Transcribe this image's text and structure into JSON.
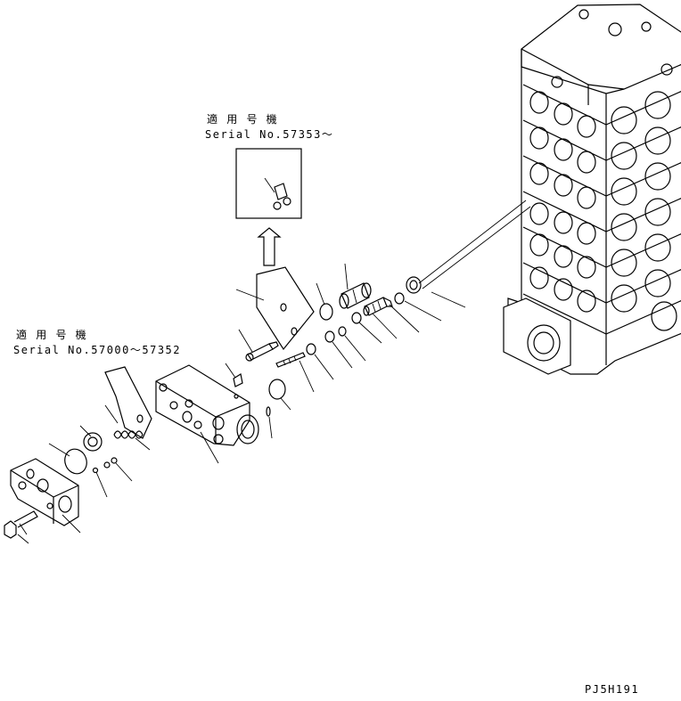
{
  "annotations": {
    "upper_applicable": "適 用 号 機",
    "upper_serial": "Serial No.57353～",
    "lower_applicable": "適 用 号 機",
    "lower_serial": "Serial No.57000～57352"
  },
  "figure_code": "PJ5H191"
}
